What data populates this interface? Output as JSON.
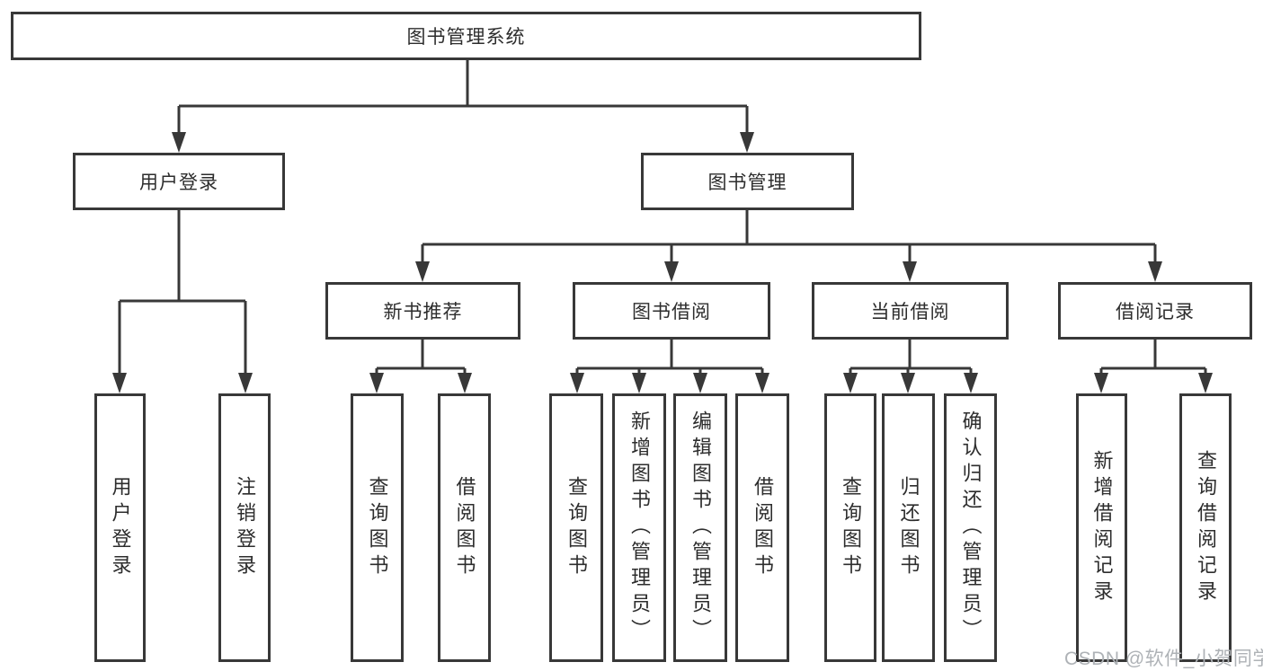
{
  "diagram": {
    "root": "图书管理系统",
    "level1": [
      {
        "label": "用户登录",
        "children": [
          "用户登录",
          "注销登录"
        ]
      },
      {
        "label": "图书管理",
        "children": [
          {
            "label": "新书推荐",
            "children": [
              "查询图书",
              "借阅图书"
            ]
          },
          {
            "label": "图书借阅",
            "children": [
              "查询图书",
              "新增图书（管理员）",
              "编辑图书（管理员）",
              "借阅图书"
            ]
          },
          {
            "label": "当前借阅",
            "children": [
              "查询图书",
              "归还图书",
              "确认归还（管理员）"
            ]
          },
          {
            "label": "借阅记录",
            "children": [
              "新增借阅记录",
              "查询借阅记录"
            ]
          }
        ]
      }
    ]
  },
  "watermark": "CSDN @软件_小贺同学",
  "colors": {
    "line": "#383838",
    "box_border": "#383838",
    "text": "#2d2d2d",
    "watermark": "#aeb2b6",
    "background": "#ffffff"
  }
}
